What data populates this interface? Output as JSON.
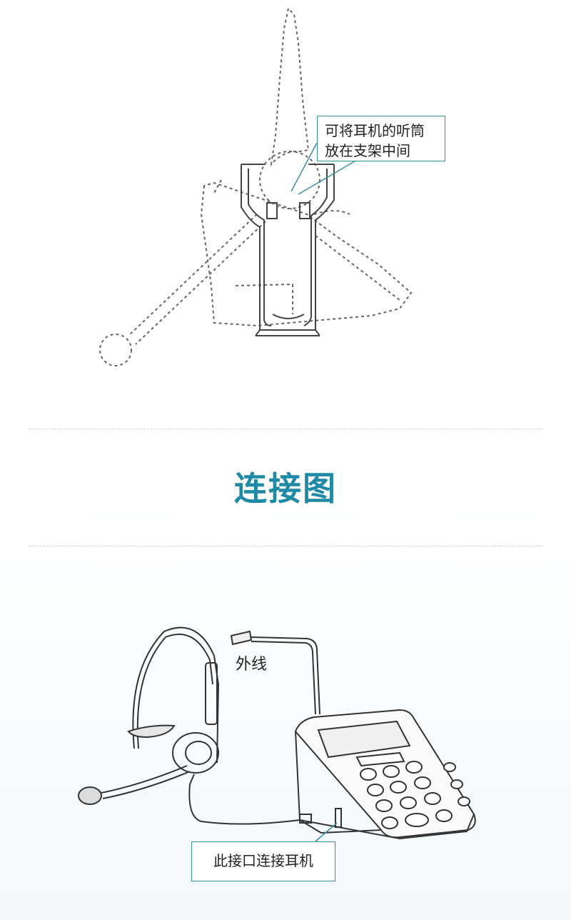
{
  "holder_section": {
    "callout_line1": "可将耳机的听筒",
    "callout_line2": "放在支架中间"
  },
  "section_title": "连接图",
  "connection_section": {
    "outside_line_label": "外线",
    "headset_port_label": "此接口连接耳机"
  },
  "colors": {
    "accent": "#1f8aa6",
    "callout_border": "#3b8fa3",
    "divider": "#cfd6dc"
  }
}
